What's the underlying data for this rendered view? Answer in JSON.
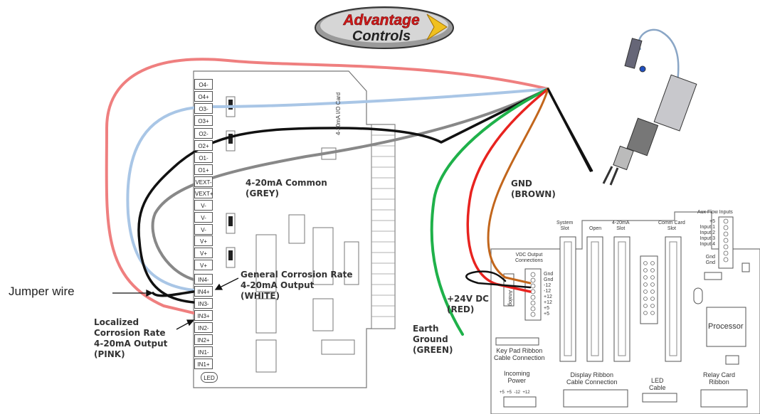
{
  "logo": {
    "line1": "Advantage",
    "line2": "Controls"
  },
  "io_card": {
    "vertical_label": "4-20mA I/O Card",
    "terminals": [
      "O4-",
      "O4+",
      "O3-",
      "O3+",
      "O2-",
      "O2+",
      "O1-",
      "O1+",
      "VEXT-",
      "VEXT+",
      "V-",
      "V-",
      "V-",
      "V+",
      "V+",
      "V+",
      "IN4-",
      "IN4+",
      "IN3-",
      "IN3+",
      "IN2-",
      "IN2+",
      "IN1-",
      "IN1+"
    ],
    "led": "LED"
  },
  "labels": {
    "common": "4-20mA Common\n(GREY)",
    "general": "General Corrosion Rate\n4-20mA Output\n(WHITE)",
    "localized": "Localized\nCorrosion Rate\n4-20mA Output\n(PINK)",
    "jumper": "Jumper wire",
    "gnd": "GND\n(BROWN)",
    "vdc": "+24V DC\n(RED)",
    "earth": "Earth\nGround\n(GREEN)"
  },
  "main_board": {
    "slots": [
      "System\nSlot",
      "Open",
      "4-20mA\nSlot",
      "Comm Card\nSlot"
    ],
    "vdc_output": "VDC Output\nConnections",
    "vdc_pins": [
      "Gnd",
      "Gnd",
      "-12",
      "-12",
      "+12",
      "+12",
      "+5",
      "+5"
    ],
    "aux": "Aux Flow Inputs",
    "aux_pins": [
      "+5",
      "Input 1",
      "Input 2",
      "Input 3",
      "Input 4",
      "Gnd",
      "Gnd"
    ],
    "keypad": "Key Pad Ribbon\nCable Connection",
    "incoming_power": "Incoming\nPower",
    "power_pins": "+5  +5  -12  +12",
    "display": "Display Ribbon\nCable Connection",
    "led_cable": "LED\nCable",
    "relay": "Relay Card\nRibbon",
    "processor": "Processor",
    "analog": "Analog"
  },
  "colors": {
    "pink": "#ef7f7f",
    "blue": "#a9c6e6",
    "grey": "#888888",
    "black": "#111111",
    "green": "#1fb14a",
    "red": "#e8231f",
    "brown": "#c2661c"
  }
}
